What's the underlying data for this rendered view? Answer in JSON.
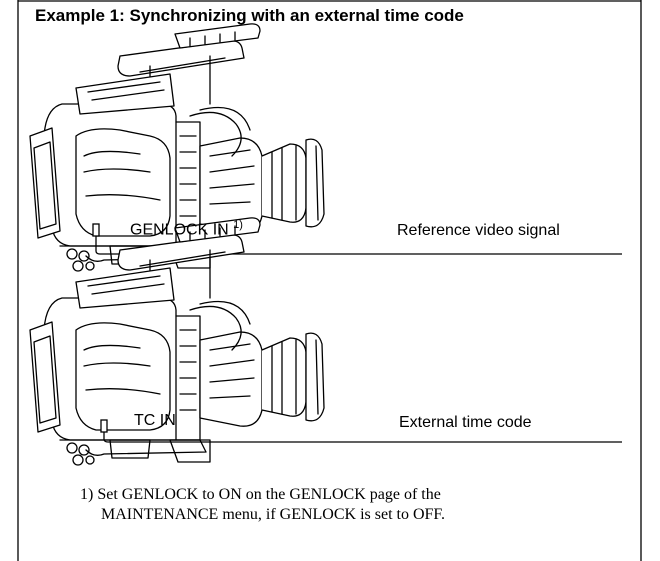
{
  "title": "Example 1: Synchronizing with an external time code",
  "camera1": {
    "connector_label": "GENLOCK IN",
    "connector_footnote": "1)",
    "signal_label": "Reference video signal"
  },
  "camera2": {
    "connector_label": "TC IN",
    "signal_label": "External time code"
  },
  "footnote": {
    "line1": "1) Set GENLOCK to ON on the GENLOCK page of the",
    "line2": "MAINTENANCE menu, if GENLOCK is set to OFF."
  }
}
